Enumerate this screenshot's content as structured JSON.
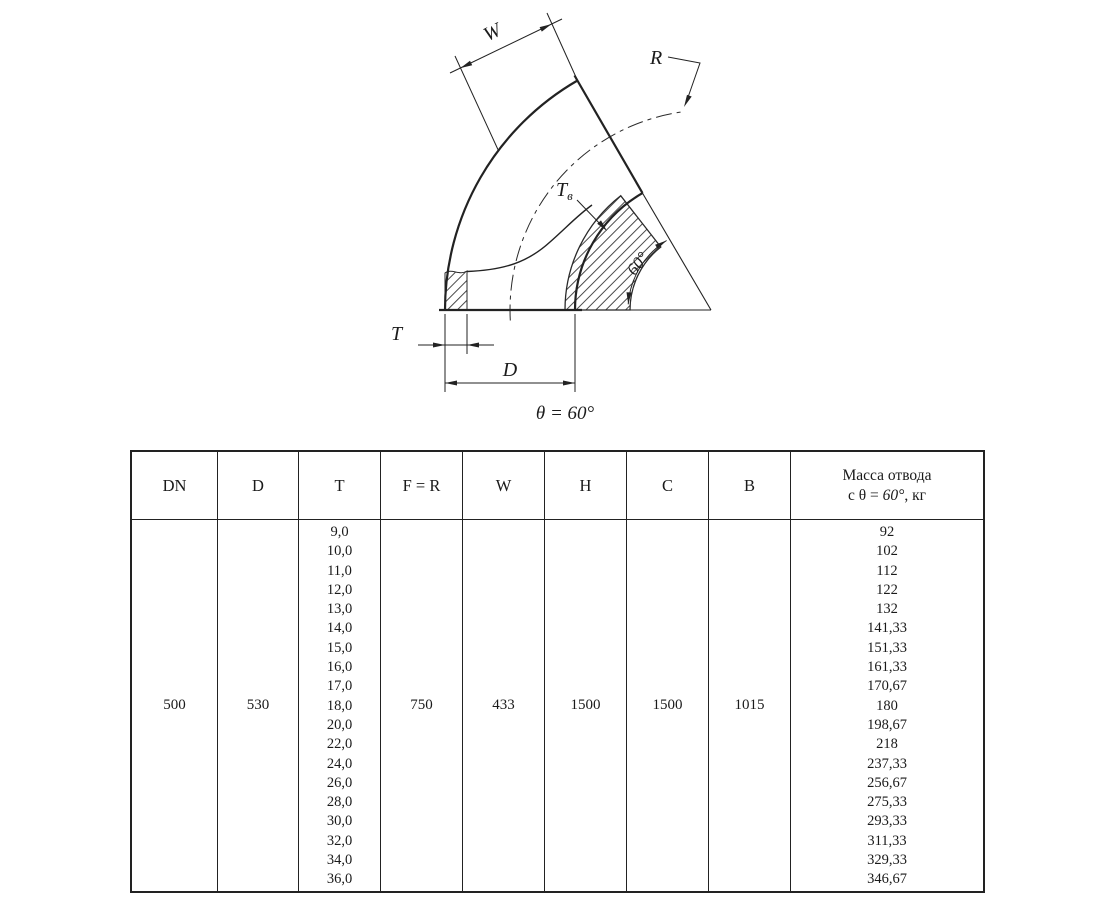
{
  "drawing": {
    "dim_w": "W",
    "dim_r": "R",
    "dim_tv_main": "Т",
    "dim_tv_sub": "в",
    "angle_label": "60°",
    "dim_t": "T",
    "dim_d": "D",
    "caption": "θ = 60°"
  },
  "table": {
    "headers": [
      "DN",
      "D",
      "T",
      "F = R",
      "W",
      "H",
      "C",
      "B"
    ],
    "mass_header": {
      "line1": "Масса отвода",
      "line2_prefix": "с θ = ",
      "line2_value": "60°",
      "line2_suffix": ", кг"
    },
    "row": {
      "dn": "500",
      "d": "530",
      "t_values": [
        "9,0",
        "10,0",
        "11,0",
        "12,0",
        "13,0",
        "14,0",
        "15,0",
        "16,0",
        "17,0",
        "18,0",
        "20,0",
        "22,0",
        "24,0",
        "26,0",
        "28,0",
        "30,0",
        "32,0",
        "34,0",
        "36,0"
      ],
      "f_r": "750",
      "w": "433",
      "h": "1500",
      "c": "1500",
      "b": "1015",
      "mass_values": [
        "92",
        "102",
        "112",
        "122",
        "132",
        "141,33",
        "151,33",
        "161,33",
        "170,67",
        "180",
        "198,67",
        "218",
        "237,33",
        "256,67",
        "275,33",
        "293,33",
        "311,33",
        "329,33",
        "346,67"
      ]
    }
  }
}
